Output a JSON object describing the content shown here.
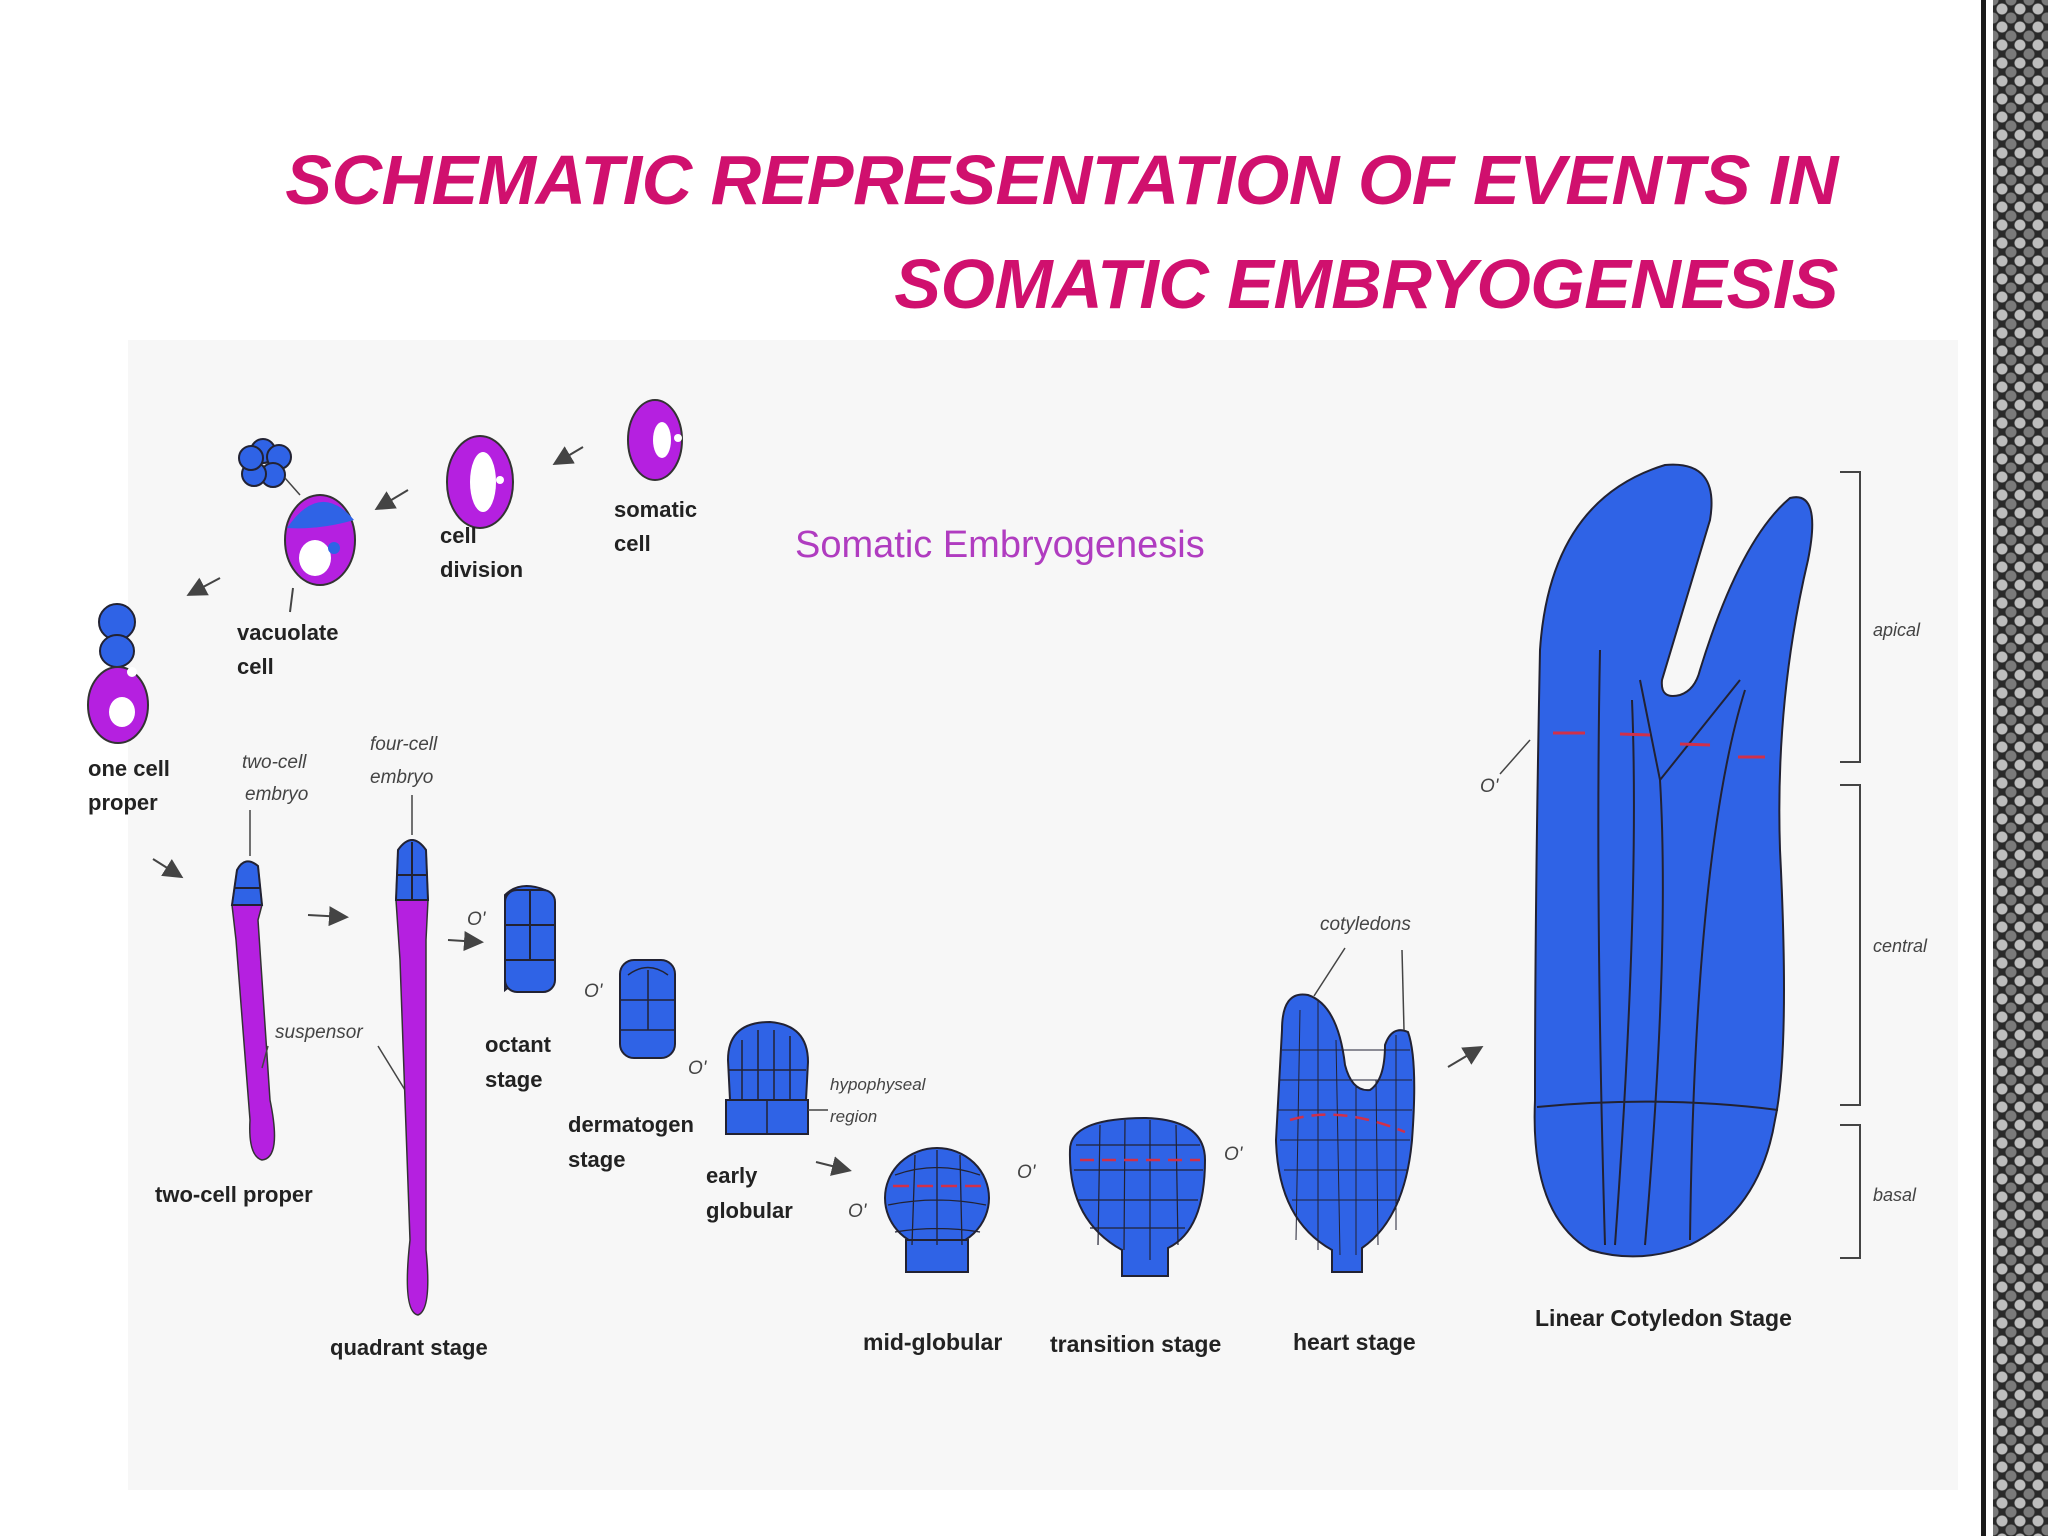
{
  "title": {
    "line1": "SCHEMATIC REPRESENTATION OF EVENTS IN",
    "line2": "SOMATIC EMBRYOGENESIS"
  },
  "figure": {
    "heading": "Somatic Embryogenesis",
    "labels": {
      "somatic_cell": [
        "somatic",
        "cell"
      ],
      "cell_division": [
        "cell",
        "division"
      ],
      "vacuolate_cell": [
        "vacuolate",
        "cell"
      ],
      "one_cell_proper": [
        "one cell",
        "proper"
      ],
      "two_cell_embryo": [
        "two-cell",
        "embryo"
      ],
      "four_cell_embryo": [
        "four-cell",
        "embryo"
      ],
      "suspensor": "suspensor",
      "two_cell_proper": "two-cell proper",
      "quadrant_stage": "quadrant stage",
      "octant_stage": [
        "octant",
        "stage"
      ],
      "dermatogen_stage": [
        "dermatogen",
        "stage"
      ],
      "early_globular": [
        "early",
        "globular"
      ],
      "hypophyseal_region": [
        "hypophyseal",
        "region"
      ],
      "mid_globular": "mid-globular",
      "transition_stage": "transition stage",
      "heart_stage": "heart stage",
      "cotyledons": "cotyledons",
      "linear_cotyledon_stage": "Linear Cotyledon Stage",
      "apical": "apical",
      "central": "central",
      "basal": "basal"
    }
  },
  "colors": {
    "title": "#d0106e",
    "heading": "#b03cc0",
    "blue": "#2f63e6",
    "magenta": "#b520e0",
    "dark_line": "#1a2a66",
    "red_line": "#d0304a"
  }
}
